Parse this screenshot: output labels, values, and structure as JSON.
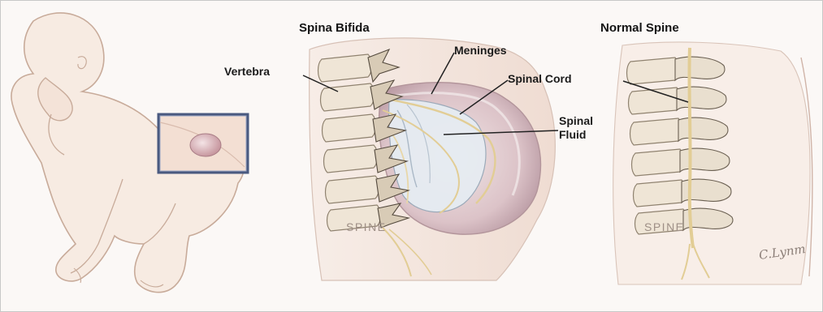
{
  "diagram": {
    "titles": {
      "spina_bifida": "Spina Bifida",
      "normal_spine": "Normal Spine"
    },
    "callouts": {
      "vertebra": "Vertebra",
      "meninges": "Meninges",
      "spinal_cord": "Spinal Cord",
      "spinal_fluid_line1": "Spinal",
      "spinal_fluid_line2": "Fluid"
    },
    "spine_labels": {
      "left": "SPINE",
      "right": "SPINE"
    },
    "signature": "C.Lynm"
  },
  "colors": {
    "background": "#fbf8f6",
    "skin": "#f6e7dc",
    "skin_outline": "#c9ad9e",
    "bone": "#efe6d8",
    "bone_outline": "#8f826f",
    "nerve": "#e4cf95",
    "sac": "#dcc6cb",
    "highlight_box": "#4a5a80"
  }
}
